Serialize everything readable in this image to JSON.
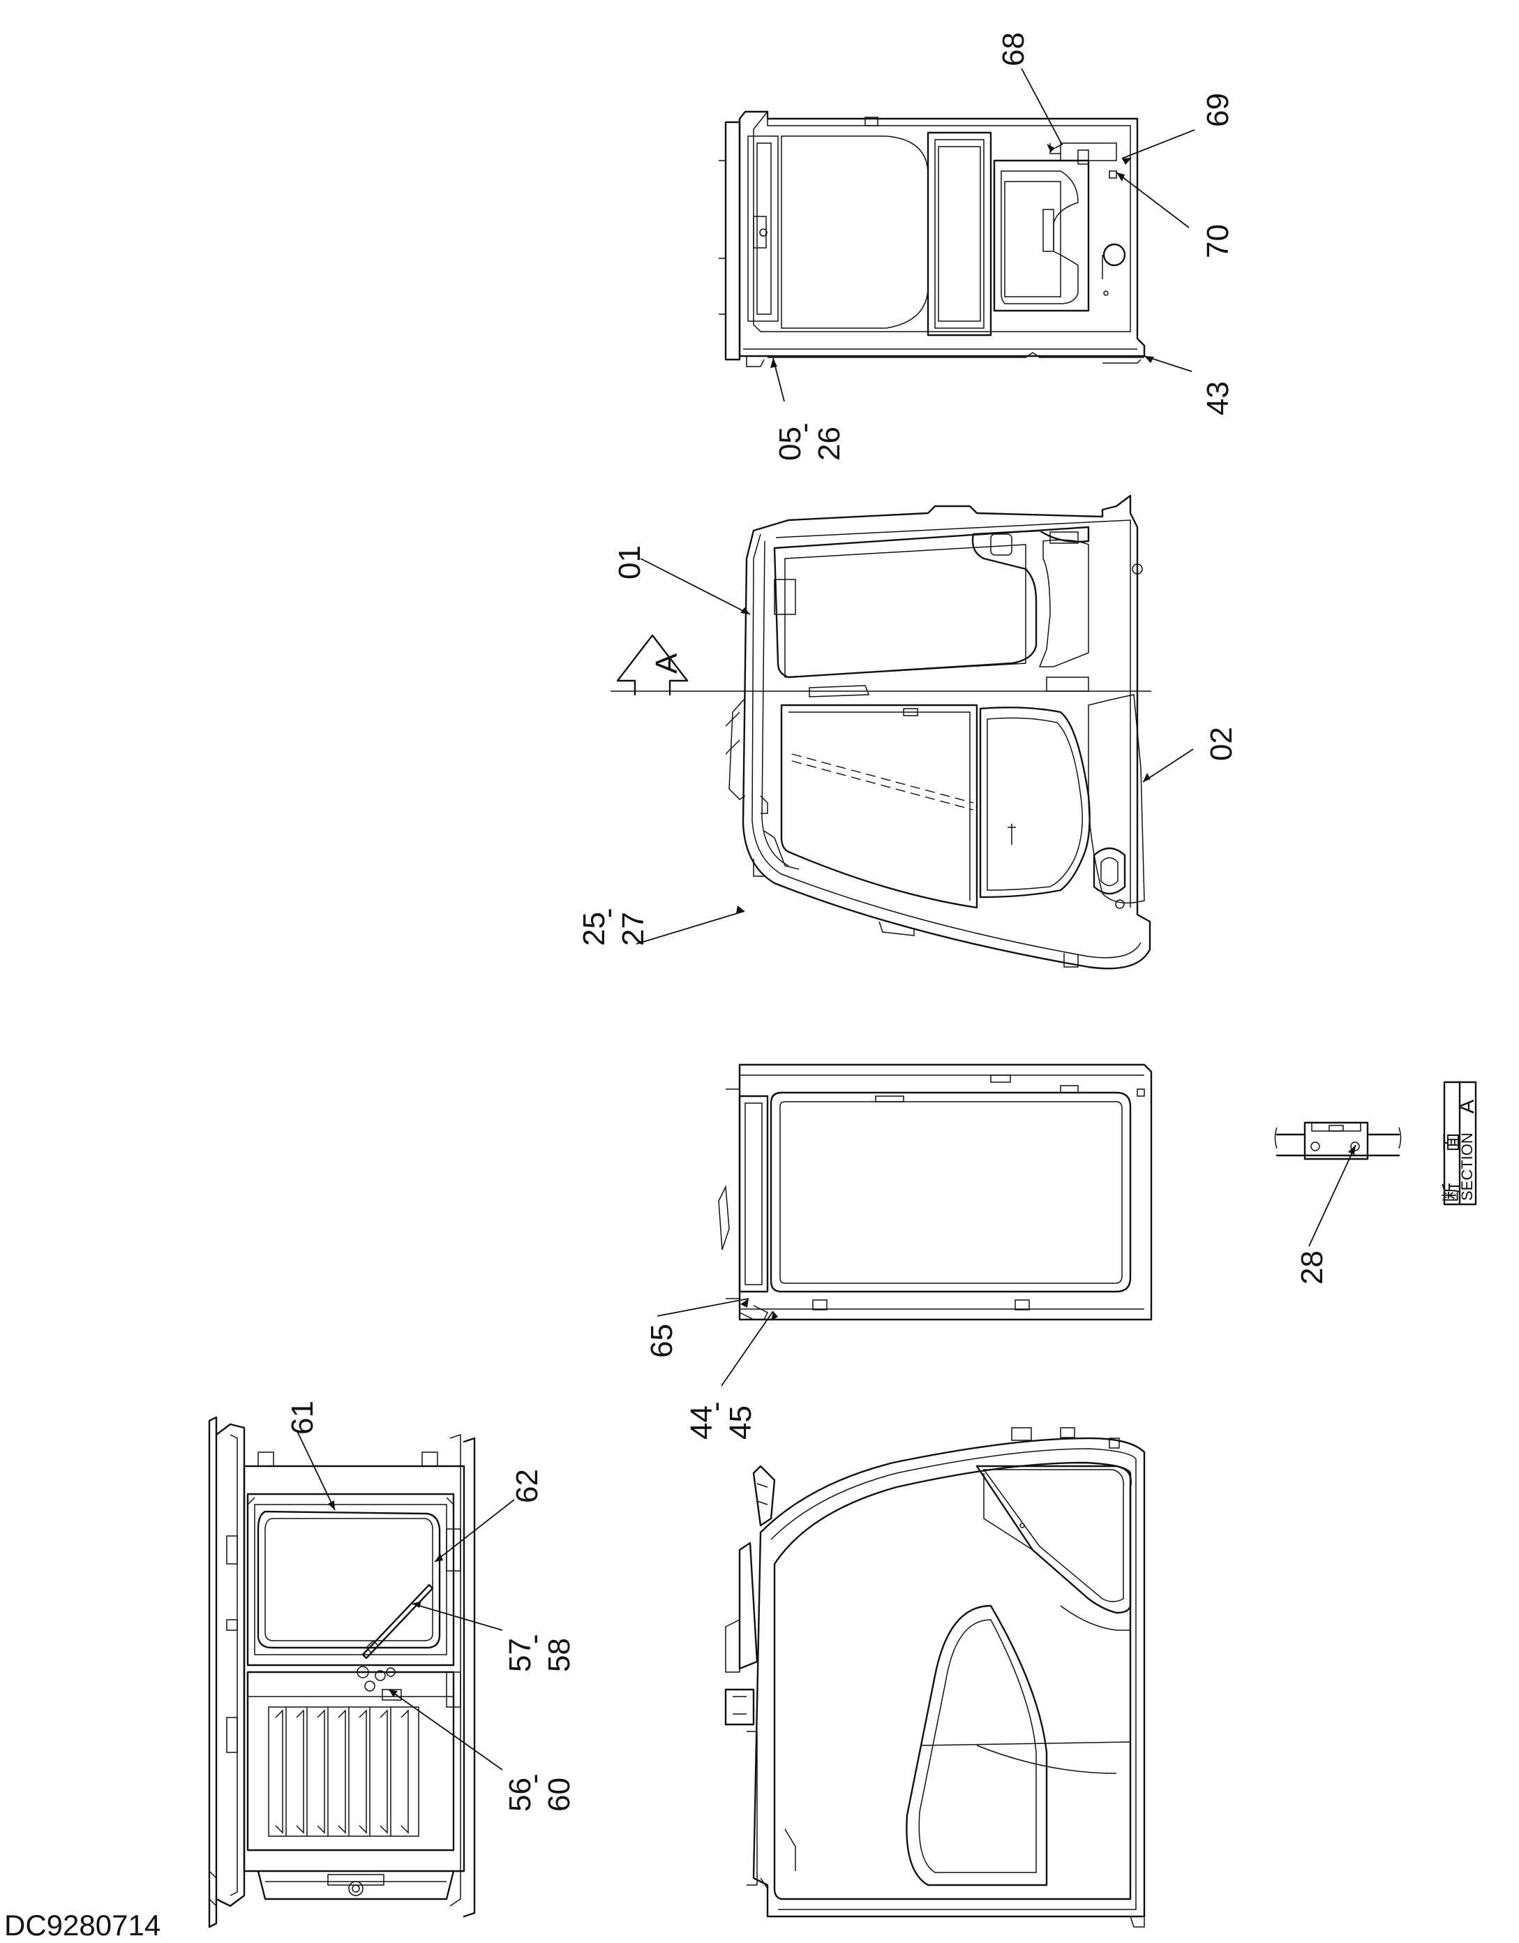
{
  "drawing_code": "DC9280714",
  "section_marker": {
    "letter": "A"
  },
  "section_box": {
    "jp1": "断",
    "jp2": "面",
    "label": "SECTION",
    "letter": "A"
  },
  "callouts": [
    {
      "id": "c68",
      "text": "68"
    },
    {
      "id": "c69",
      "text": "69"
    },
    {
      "id": "c70",
      "text": "70"
    },
    {
      "id": "c43",
      "text": "43"
    },
    {
      "id": "c05",
      "text": "05"
    },
    {
      "id": "c05s",
      "text": "-"
    },
    {
      "id": "c26",
      "text": "26"
    },
    {
      "id": "c01",
      "text": "01"
    },
    {
      "id": "c02",
      "text": "02"
    },
    {
      "id": "c25",
      "text": "25"
    },
    {
      "id": "c25s",
      "text": "-"
    },
    {
      "id": "c27",
      "text": "27"
    },
    {
      "id": "c65",
      "text": "65"
    },
    {
      "id": "c44",
      "text": "44"
    },
    {
      "id": "c44s",
      "text": "-"
    },
    {
      "id": "c45",
      "text": "45"
    },
    {
      "id": "c28",
      "text": "28"
    },
    {
      "id": "c61",
      "text": "61"
    },
    {
      "id": "c62",
      "text": "62"
    },
    {
      "id": "c57",
      "text": "57"
    },
    {
      "id": "c57s",
      "text": "-"
    },
    {
      "id": "c58",
      "text": "58"
    },
    {
      "id": "c56",
      "text": "56"
    },
    {
      "id": "c56s",
      "text": "-"
    },
    {
      "id": "c60",
      "text": "60"
    }
  ]
}
